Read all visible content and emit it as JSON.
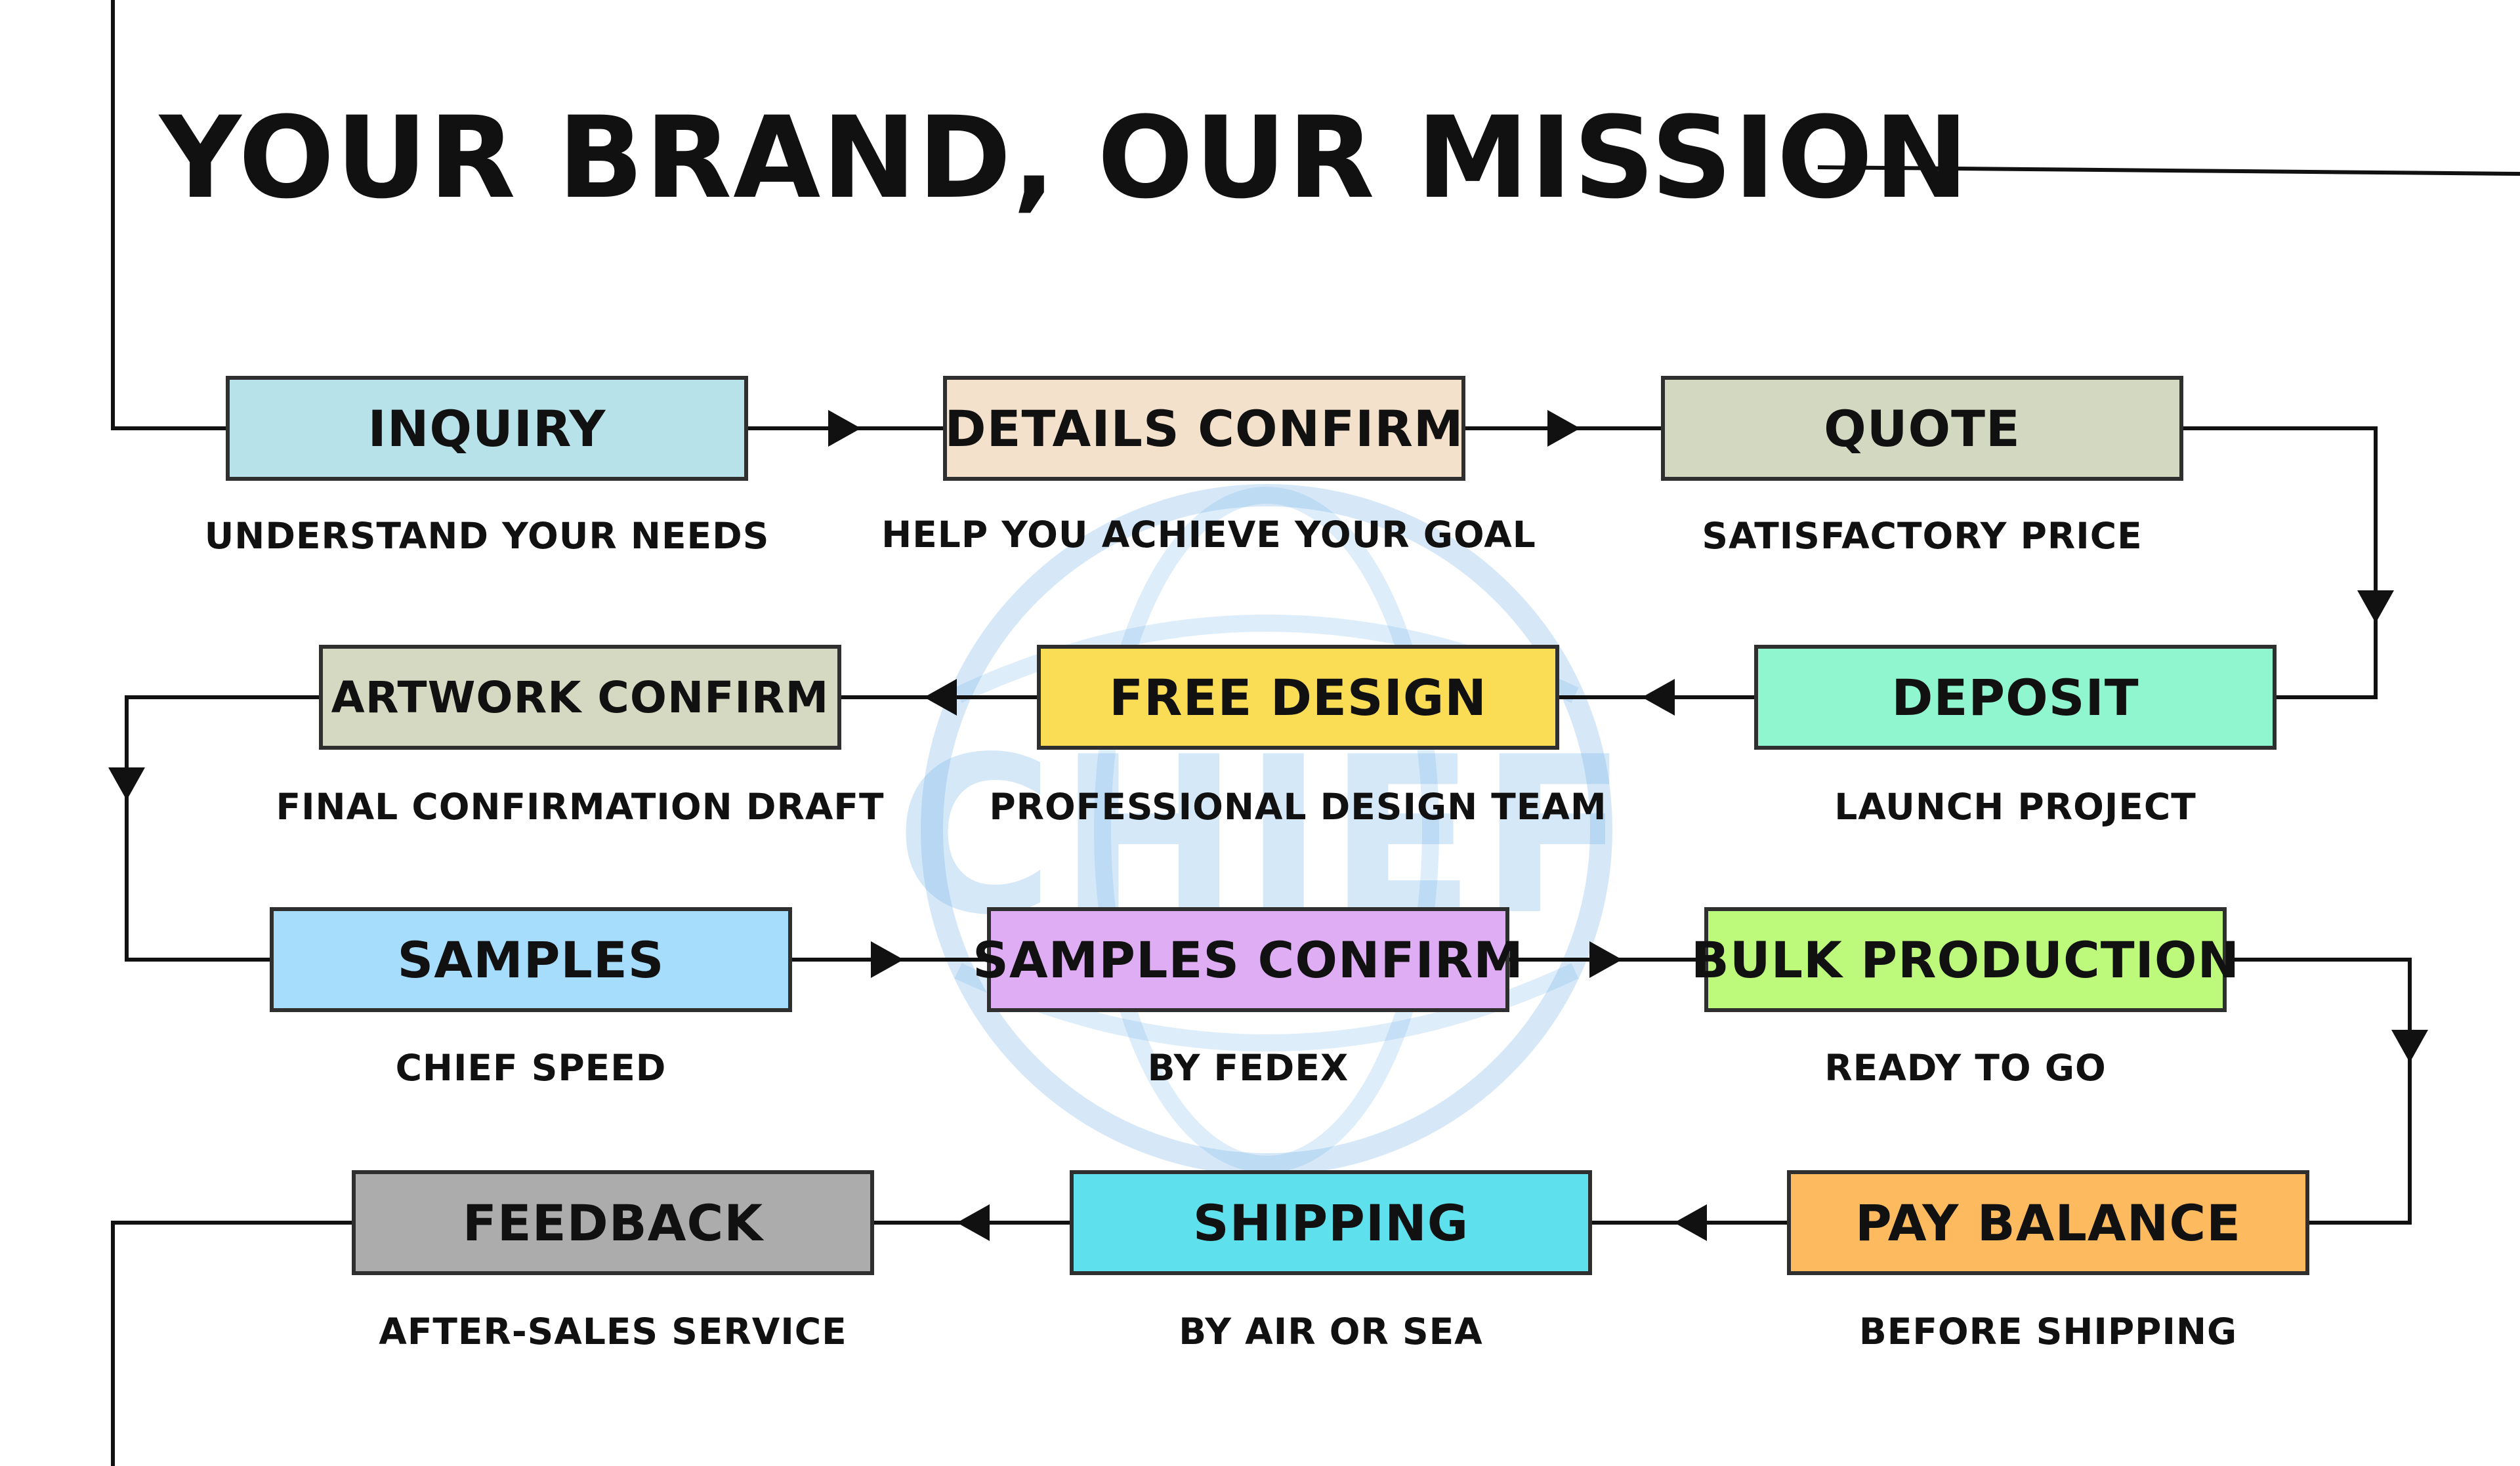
{
  "title": "YOUR BRAND, OUR MISSION",
  "watermark": {
    "text": "CHIEF",
    "color": "#6aaee6"
  },
  "steps": [
    {
      "label": "INQUIRY",
      "caption": "UNDERSTAND YOUR NEEDS",
      "color": "#b8e2e9"
    },
    {
      "label": "DETAILS CONFIRM",
      "caption": "HELP YOU ACHIEVE YOUR GOAL",
      "color": "#f4e1cc"
    },
    {
      "label": "QUOTE",
      "caption": "SATISFACTORY PRICE",
      "color": "#d3d8c0"
    },
    {
      "label": "DEPOSIT",
      "caption": "LAUNCH PROJECT",
      "color": "#8ff6cf"
    },
    {
      "label": "FREE DESIGN",
      "caption": "PROFESSIONAL DESIGN TEAM",
      "color": "#fbdd55"
    },
    {
      "label": "ARTWORK CONFIRM",
      "caption": "FINAL CONFIRMATION DRAFT",
      "color": "#d6d9c2"
    },
    {
      "label": "SAMPLES",
      "caption": "CHIEF SPEED",
      "color": "#a6dcfc"
    },
    {
      "label": "SAMPLES CONFIRM",
      "caption": "BY FEDEX",
      "color": "#dfadf3"
    },
    {
      "label": "BULK PRODUCTION",
      "caption": "READY TO GO",
      "color": "#bdf97a"
    },
    {
      "label": "PAY BALANCE",
      "caption": "BEFORE SHIPPING",
      "color": "#fdba5e"
    },
    {
      "label": "SHIPPING",
      "caption": "BY AIR OR SEA",
      "color": "#5fe1ed"
    },
    {
      "label": "FEEDBACK",
      "caption": "AFTER-SALES SERVICE",
      "color": "#acacac"
    }
  ]
}
